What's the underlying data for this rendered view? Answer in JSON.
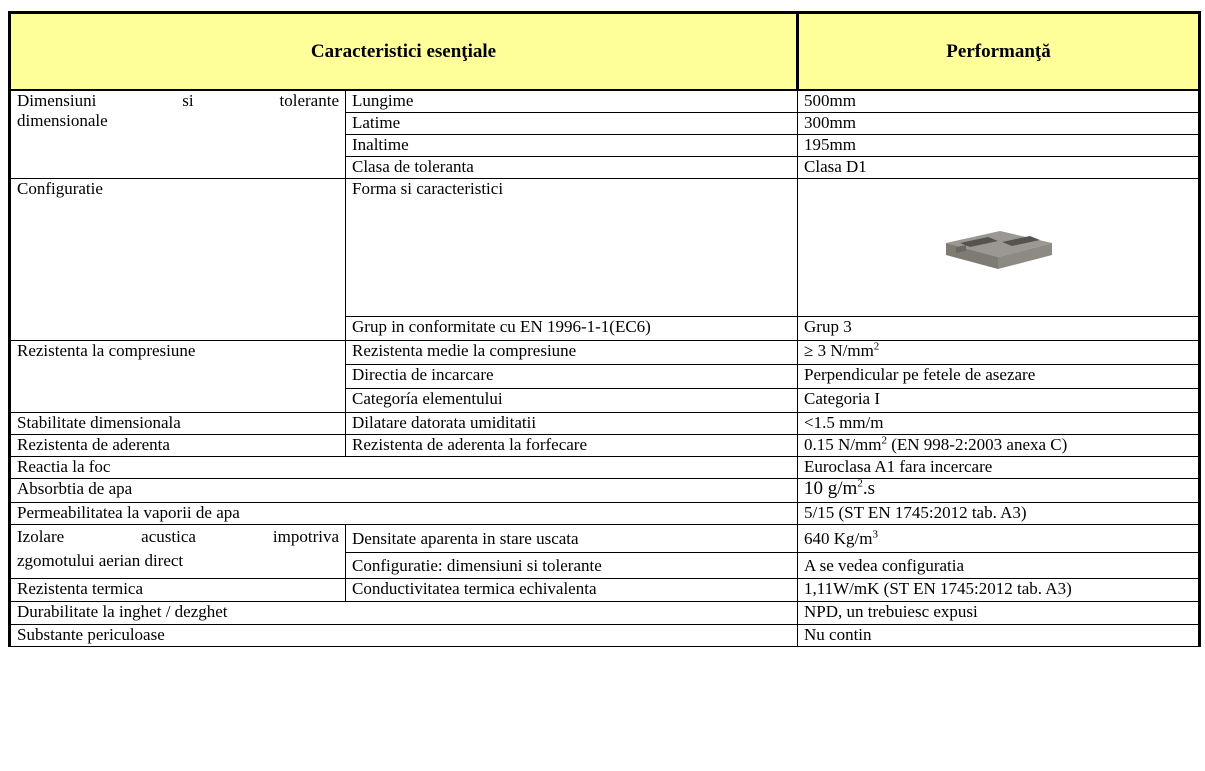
{
  "header": {
    "characteristics": "Caracteristici esenţiale",
    "performance": "Performanţă"
  },
  "rows": {
    "dim": {
      "group_line1": [
        "Dimensiuni",
        "si",
        "tolerante"
      ],
      "group_line2": "dimensionale",
      "items": [
        {
          "label": "Lungime",
          "value": "500mm"
        },
        {
          "label": "Latime",
          "value": "300mm"
        },
        {
          "label": "Inaltime",
          "value": "195mm"
        },
        {
          "label": "Clasa de toleranta",
          "value": "Clasa D1"
        }
      ]
    },
    "config": {
      "group": "Configuratie",
      "shape_label": "Forma si caracteristici",
      "group_label": "Grup in conformitate cu EN 1996-1-1(EC6)",
      "group_value": "Grup 3"
    },
    "compress": {
      "group": "Rezistenta la compresiune",
      "items": [
        {
          "label": "Rezistenta medie la compresiune",
          "value_main": "≥ 3 N/mm",
          "value_sup": "2"
        },
        {
          "label": "Directia de incarcare",
          "value": "Perpendicular pe fetele de asezare"
        },
        {
          "label": "Categoría elementului",
          "value": "Categoria I"
        }
      ]
    },
    "stab": {
      "group": "Stabilitate dimensionala",
      "label": "Dilatare datorata umiditatii",
      "value": "<1.5 mm/m"
    },
    "adh": {
      "group": "Rezistenta de aderenta",
      "label": "Rezistenta de aderenta la forfecare",
      "value_main": "0.15 N/mm",
      "value_sup": "2",
      "value_rest": " (EN 998-2:2003 anexa C)"
    },
    "fire": {
      "label": "Reactia la foc",
      "value": "Euroclasa A1 fara incercare"
    },
    "absorb": {
      "label": "Absorbtia de apa",
      "value_main": "10 g/m",
      "value_sup": "2",
      "value_rest": ".s"
    },
    "vapor": {
      "label": "Permeabilitatea la vaporii de apa",
      "value": "5/15 (ST EN 1745:2012 tab. A3)"
    },
    "acoustic": {
      "group_line1": [
        "Izolare",
        "acustica",
        "impotriva"
      ],
      "group_line2": "zgomotului aerian direct",
      "density_label": "Densitate aparenta in stare uscata",
      "density_main": "640 Kg/m",
      "density_sup": "3",
      "config_label": "Configuratie: dimensiuni si tolerante",
      "config_value": "A se vedea configuratia"
    },
    "thermal": {
      "group": "Rezistenta termica",
      "label": "Conductivitatea termica echivalenta",
      "value": "1,11W/mK (ST EN 1745:2012 tab. A3)"
    },
    "durab": {
      "label": "Durabilitate la inghet / dezghet",
      "value": "NPD, un trebuiesc expusi"
    },
    "danger": {
      "label": "Substante periculoase",
      "value": "Nu contin"
    }
  },
  "colors": {
    "header_bg": "#ffff99",
    "border": "#000000"
  },
  "icons": {
    "product": "hollow-concrete-block-image"
  }
}
